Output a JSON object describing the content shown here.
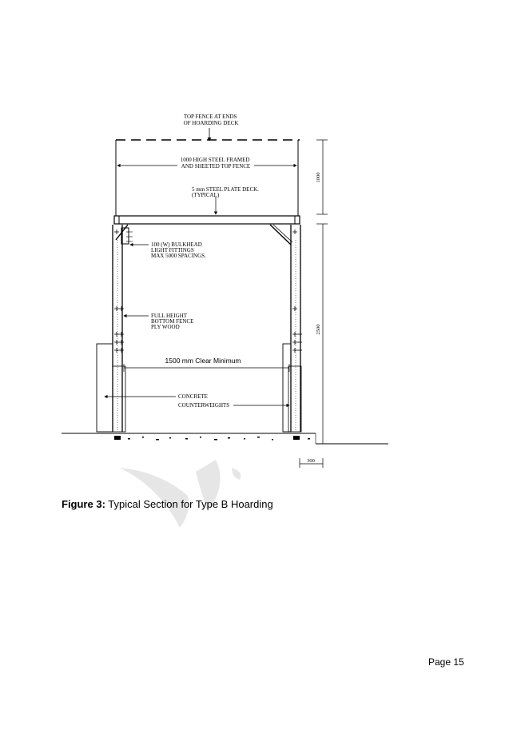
{
  "drawing": {
    "labels": {
      "top_fence_ends": [
        "TOP FENCE AT ENDS",
        "OF HOARDING DECK"
      ],
      "steel_framed_fence": [
        "1000 HIGH STEEL FRAMED",
        "AND SHEETED TOP FENCE"
      ],
      "steel_plate_deck": [
        "5 mm STEEL PLATE DECK.",
        "(TYPICAL)"
      ],
      "bulkhead": [
        "100 (W) BULKHEAD",
        "LIGHT FITTINGS",
        "MAX 5000 SPACINGS."
      ],
      "bottom_fence": [
        "FULL HEIGHT",
        "BOTTOM FENCE",
        "PLY WOOD"
      ],
      "clear_minimum": "1500 mm Clear Minimum",
      "counterweights": [
        "CONCRETE",
        "COUNTERWEIGHTS"
      ]
    },
    "dimensions": {
      "top_fence_height": "1000",
      "bottom_height": "2500",
      "base_width": "300"
    }
  },
  "caption": {
    "label": "Figure 3:",
    "text": " Typical Section for Type B Hoarding"
  },
  "footer": {
    "page": "Page 15"
  }
}
